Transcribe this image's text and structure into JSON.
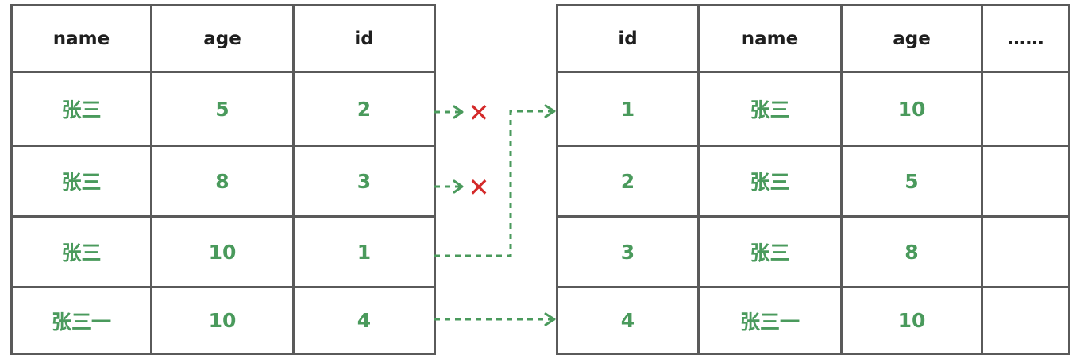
{
  "left_table": {
    "headers": [
      "name",
      "age",
      "id"
    ],
    "rows": [
      [
        "张三",
        "5",
        "2"
      ],
      [
        "张三",
        "8",
        "3"
      ],
      [
        "张三",
        "10",
        "1"
      ],
      [
        "张三一",
        "10",
        "4"
      ]
    ]
  },
  "right_table": {
    "headers": [
      "id",
      "name",
      "age",
      "……"
    ],
    "rows": [
      [
        "1",
        "张三",
        "10",
        ""
      ],
      [
        "2",
        "张三",
        "5",
        ""
      ],
      [
        "3",
        "张三",
        "8",
        ""
      ],
      [
        "4",
        "张三一",
        "10",
        ""
      ]
    ]
  },
  "marks": {
    "reject": "✕"
  },
  "colors": {
    "value_text": "#4a9a5c",
    "header_text": "#1f1f1f",
    "border": "#5a5a5a",
    "arrow": "#4a9a5c",
    "reject": "#d42a2a"
  }
}
